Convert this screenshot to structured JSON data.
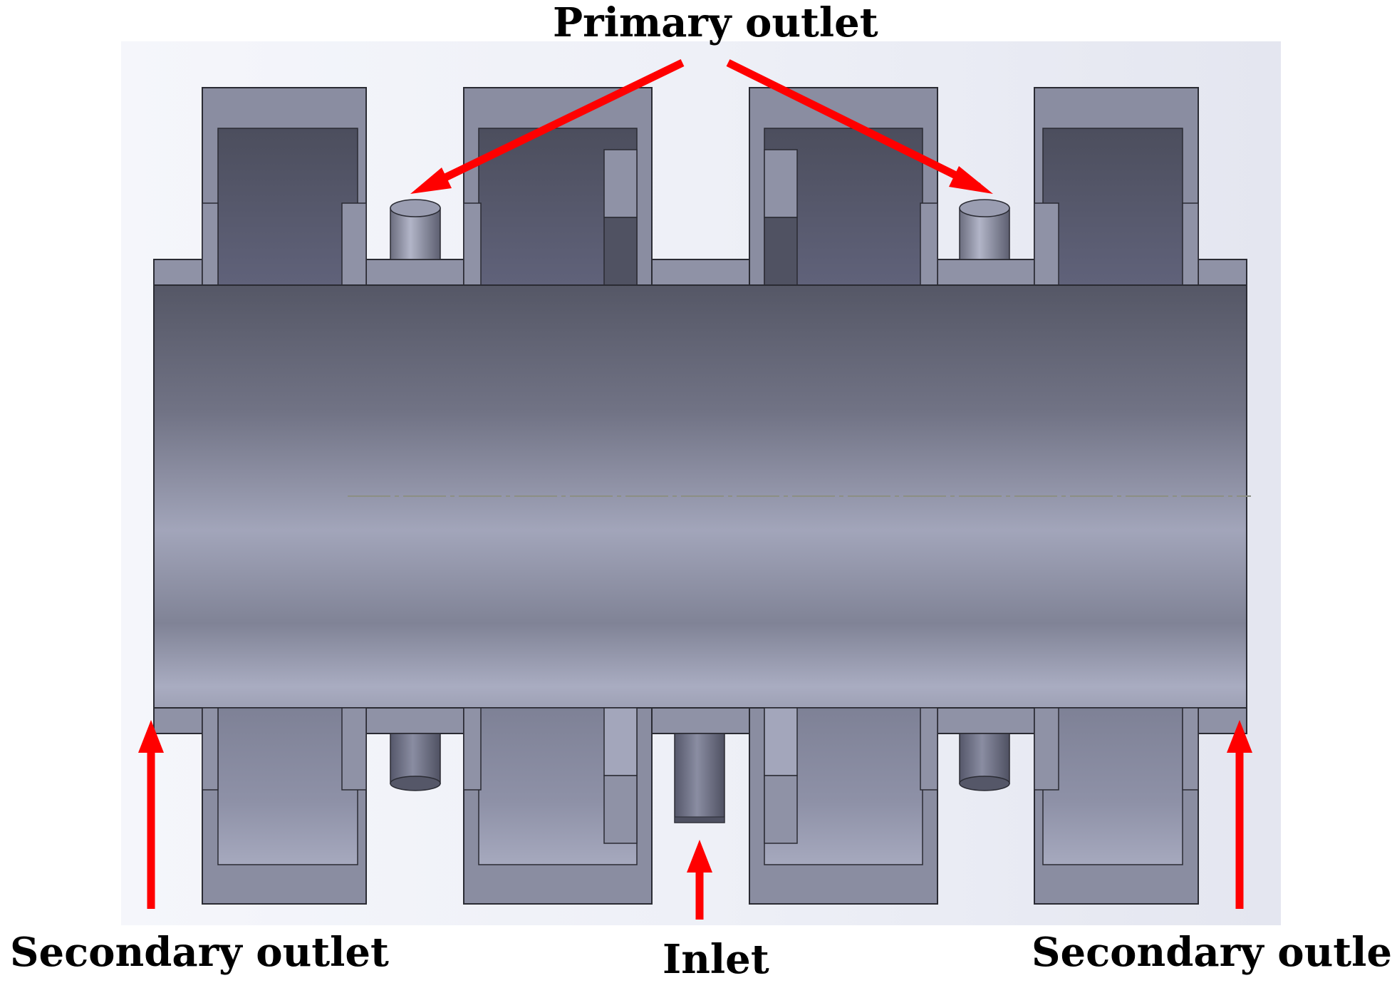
{
  "labels": {
    "primary_outlet": "Primary outlet",
    "secondary_outlet_left": "Secondary outlet",
    "inlet": "Inlet",
    "secondary_outlet_right": "Secondary outlet"
  },
  "colors": {
    "arrow": "#ff0000",
    "body_dark": "#5f6172",
    "body_light": "#9ea1b6",
    "flange": "#8f92a6",
    "outline": "#2a2b33"
  }
}
